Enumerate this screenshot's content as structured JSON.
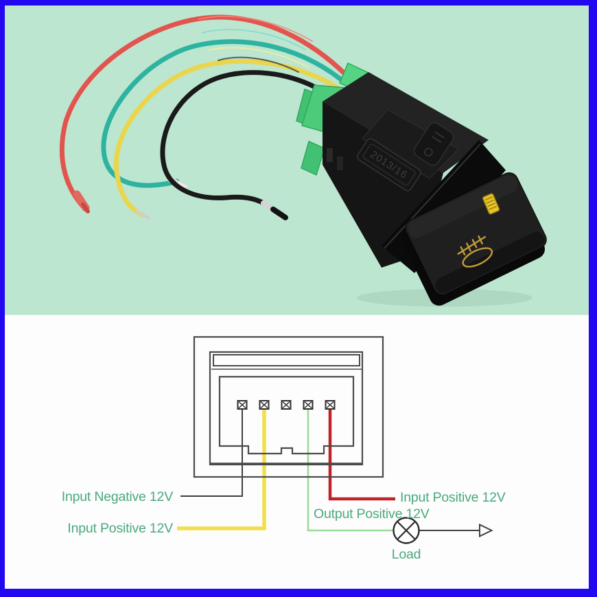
{
  "frame": {
    "border_color": "#2208f0"
  },
  "photo": {
    "background_color": "#bde6d0",
    "marking_label": "2013/16",
    "wires": [
      {
        "name": "red-wire",
        "color": "#e2554e"
      },
      {
        "name": "teal-wire",
        "color": "#2db3a0"
      },
      {
        "name": "yellow-wire",
        "color": "#e9d64e"
      },
      {
        "name": "black-wire",
        "color": "#1a1a1a"
      }
    ],
    "connector_color": "#4ccb7b",
    "switch_body_color": "#151515",
    "icons": [
      {
        "name": "fog-light-symbol",
        "color": "#c49b3c"
      },
      {
        "name": "led-indicator-window",
        "color": "#e7c527"
      }
    ]
  },
  "diagram": {
    "background_color": "#fcfdfc",
    "outline_color": "#4a4a4a",
    "label_color": "#4aa87e",
    "pin_count": 5,
    "labels": {
      "input_negative": "Input Negative 12V",
      "input_positive_left": "Input Positive 12V",
      "input_positive_right": "Input Positive 12V",
      "output_positive": "Output Positive 12V",
      "load": "Load"
    },
    "wire_colors": {
      "black": "#3f3f3f",
      "yellow": "#f1df4d",
      "green": "#9bdb9a",
      "red": "#bf2329"
    }
  }
}
